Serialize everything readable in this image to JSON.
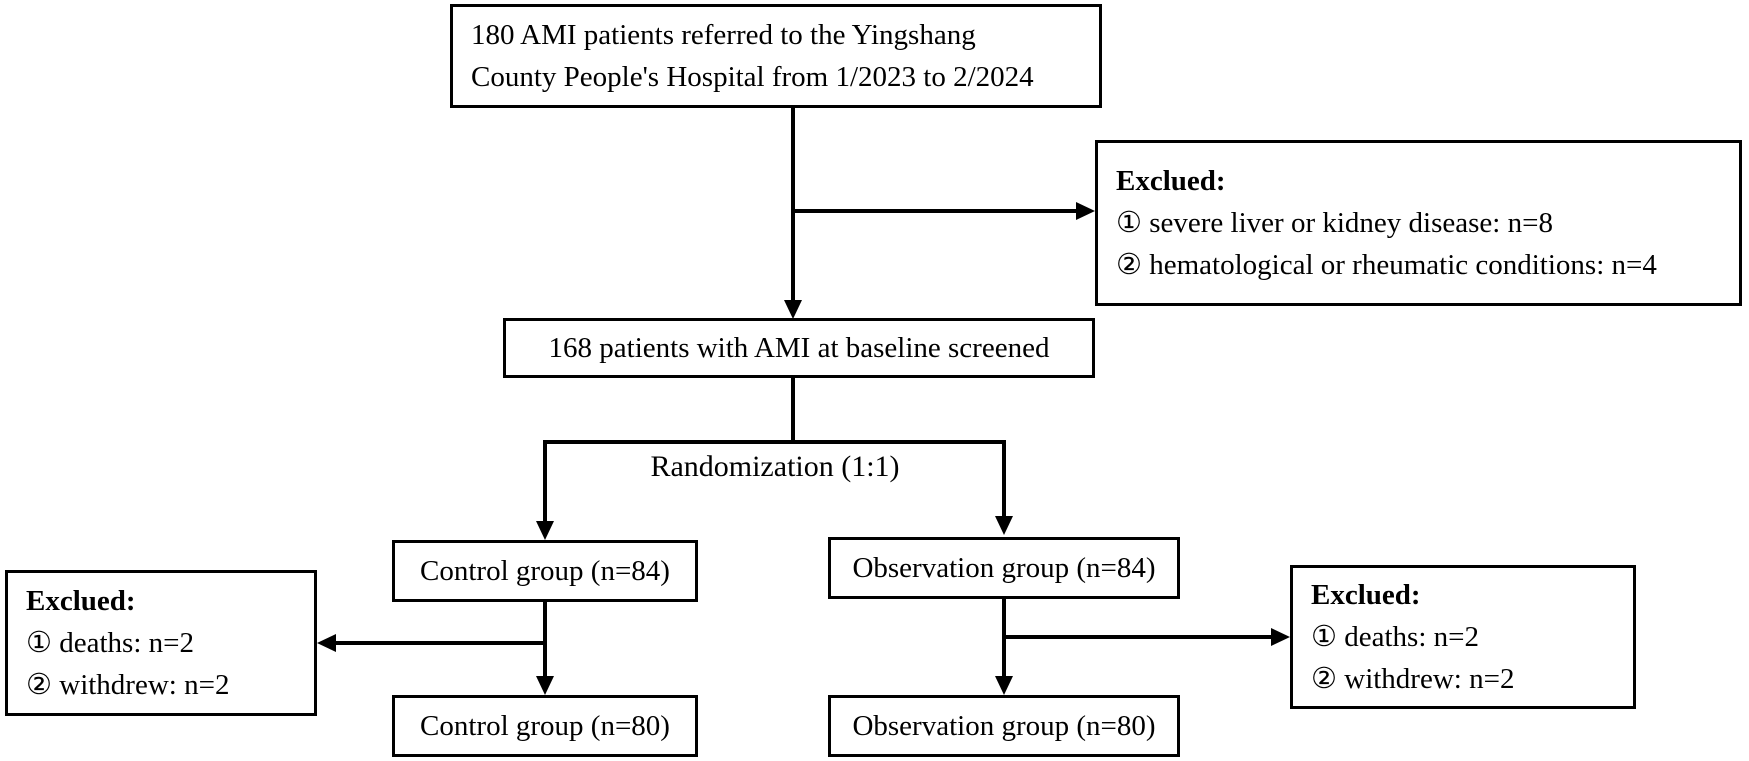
{
  "flowchart": {
    "referred_box": {
      "line1": "180 AMI patients referred to the Yingshang",
      "line2": "County People's Hospital from 1/2023 to 2/2024"
    },
    "excluded_top_box": {
      "title": "Exclued:",
      "items": [
        "① severe liver or kidney disease: n=8",
        "② hematological or rheumatic conditions: n=4"
      ]
    },
    "screened_box": {
      "text": "168 patients with AMI at baseline screened"
    },
    "randomization": {
      "label": "Randomization (1:1)"
    },
    "control_group_84": {
      "text": "Control group (n=84)"
    },
    "observation_group_84": {
      "text": "Observation group (n=84)"
    },
    "excluded_left_box": {
      "title": "Exclued:",
      "items": [
        "① deaths: n=2",
        "② withdrew: n=2"
      ]
    },
    "excluded_right_box": {
      "title": "Exclued:",
      "items": [
        "① deaths: n=2",
        "② withdrew: n=2"
      ]
    },
    "control_group_80": {
      "text": "Control group (n=80)"
    },
    "observation_group_80": {
      "text": "Observation group (n=80)"
    },
    "colors": {
      "line": "#000000",
      "text": "#000000",
      "background": "#ffffff"
    }
  }
}
